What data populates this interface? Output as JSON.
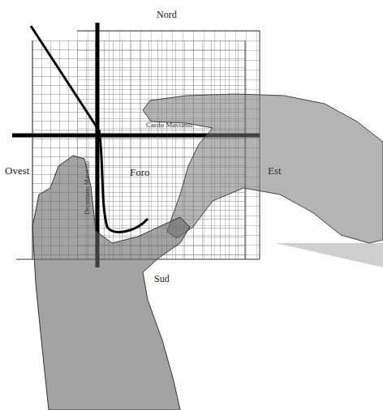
{
  "diagram": {
    "labels": [
      "Nord",
      "Ovest",
      "Est",
      "Sud",
      "Foro",
      "Cardo Massimo",
      "Decumano Massimo"
    ]
  }
}
